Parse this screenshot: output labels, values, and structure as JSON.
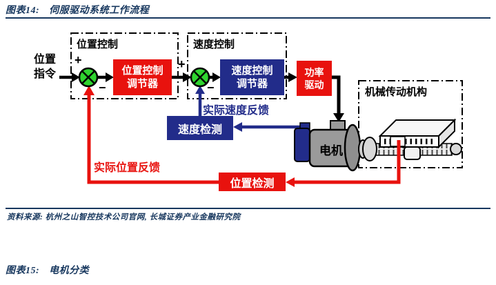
{
  "figure14": {
    "number": "图表14:",
    "title": "伺服驱动系统工作流程",
    "source": "资料来源: 杭州之山智控技术公司官网, 长城证券产业金融研究院",
    "diagram": {
      "input_command": "位置\n指令",
      "position_loop_label": "位置控制",
      "position_regulator": "位置控制\n调节器",
      "speed_loop_label": "速度控制",
      "speed_regulator": "速度控制\n调节器",
      "power_drive": "功率\n驱动",
      "motor": "电机",
      "mechanical_label": "机械传动机构",
      "speed_detection": "速度检测",
      "position_detection": "位置检测",
      "speed_feedback": "实际速度反馈",
      "position_feedback": "实际位置反馈",
      "plus_sign": "+",
      "minus_sign": "−"
    },
    "colors": {
      "box_red": "#e8120e",
      "box_navy": "#222c8a",
      "junction_green": "#2fd42f",
      "title_navy": "#17375e"
    }
  },
  "figure15": {
    "number": "图表15:",
    "title": "电机分类"
  }
}
